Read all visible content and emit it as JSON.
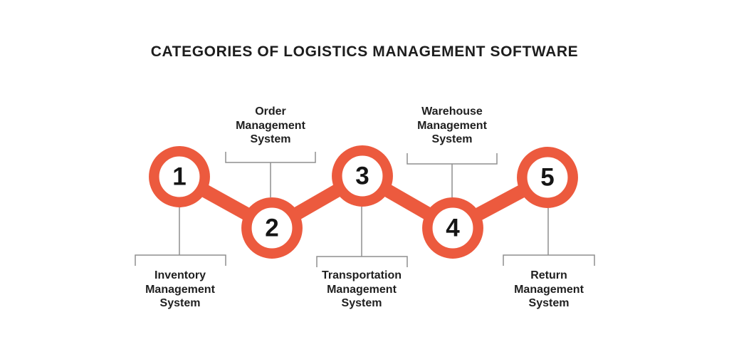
{
  "title": "CATEGORIES OF LOGISTICS MANAGEMENT SOFTWARE",
  "colors": {
    "accent": "#EC5A3E",
    "connector": "#8F8F8F",
    "text": "#1F1F1F",
    "background": "#FFFFFF"
  },
  "nodes": [
    {
      "number": "1",
      "label_position": "below",
      "label_lines": [
        "Inventory",
        "Management",
        "System"
      ]
    },
    {
      "number": "2",
      "label_position": "above",
      "label_lines": [
        "Order",
        "Management",
        "System"
      ]
    },
    {
      "number": "3",
      "label_position": "below",
      "label_lines": [
        "Transportation",
        "Management",
        "System"
      ]
    },
    {
      "number": "4",
      "label_position": "above",
      "label_lines": [
        "Warehouse",
        "Management",
        "System"
      ]
    },
    {
      "number": "5",
      "label_position": "below",
      "label_lines": [
        "Return",
        "Management",
        "System"
      ]
    }
  ]
}
